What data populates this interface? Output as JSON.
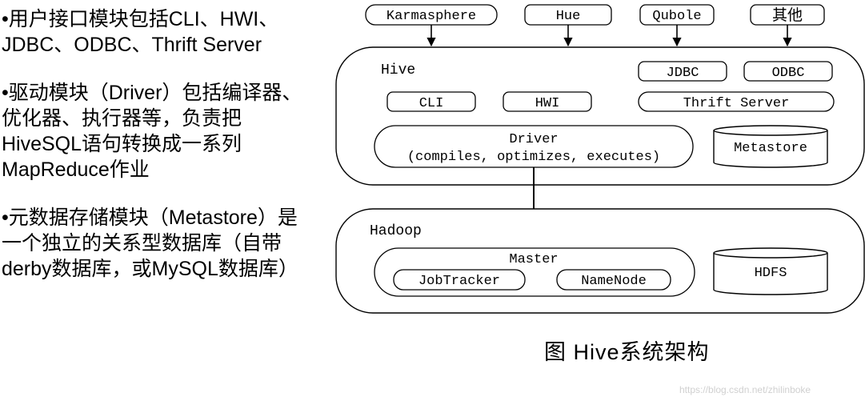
{
  "bullets": [
    "•用户接口模块包括CLI、HWI、JDBC、ODBC、Thrift Server",
    "•驱动模块（Driver）包括编译器、优化器、执行器等，负责把HiveSQL语句转换成一系列MapReduce作业",
    "•元数据存储模块（Metastore）是一个独立的关系型数据库（自带derby数据库，或MySQL数据库）"
  ],
  "diagram": {
    "clients": [
      "Karmasphere",
      "Hue",
      "Qubole",
      "其他"
    ],
    "hive": {
      "title": "Hive",
      "jdbc": "JDBC",
      "odbc": "ODBC",
      "cli": "CLI",
      "hwi": "HWI",
      "thrift": "Thrift Server",
      "driver_title": "Driver",
      "driver_desc": "(compiles, optimizes, executes)",
      "metastore": "Metastore"
    },
    "hadoop": {
      "title": "Hadoop",
      "master": "Master",
      "jobtracker": "JobTracker",
      "namenode": "NameNode",
      "hdfs": "HDFS"
    }
  },
  "caption": "图  Hive系统架构",
  "watermark": "https://blog.csdn.net/zhilinboke"
}
